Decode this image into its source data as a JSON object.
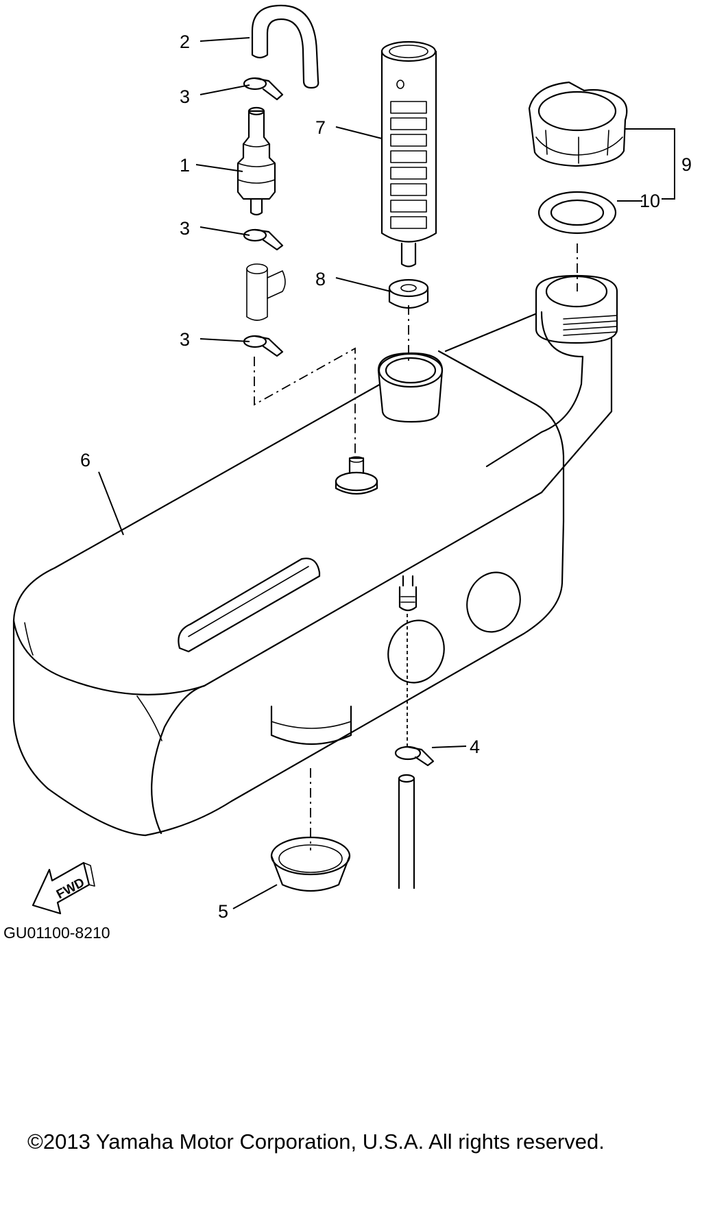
{
  "callouts": {
    "c1": "1",
    "c2": "2",
    "c3a": "3",
    "c3b": "3",
    "c3c": "3",
    "c4": "4",
    "c5": "5",
    "c6": "6",
    "c7": "7",
    "c8": "8",
    "c9": "9",
    "c10": "10"
  },
  "direction_label": "FWD",
  "diagram_code": "GU01100-8210",
  "copyright": "©2013 Yamaha Motor Corporation, U.S.A. All rights reserved.",
  "colors": {
    "line": "#000000",
    "background": "#ffffff"
  }
}
